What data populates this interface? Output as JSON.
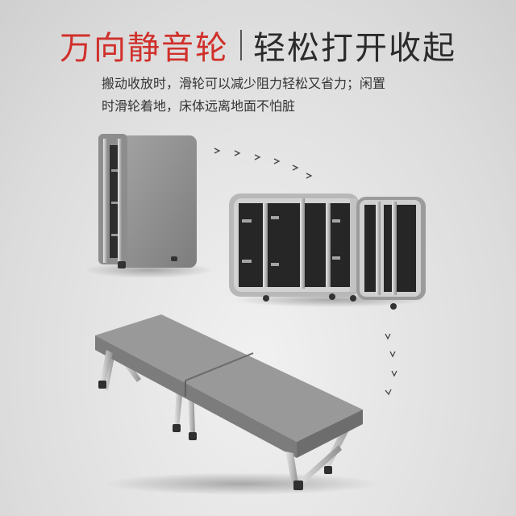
{
  "headline": {
    "primary": "万向静音轮",
    "secondary": "轻松打开收起"
  },
  "description": {
    "line1": "搬动收放时，滑轮可以减少阻力轻松又省力；闲置",
    "line2": "时滑轮着地，床体远离地面不怕脏"
  },
  "colors": {
    "accent": "#d0302b",
    "text": "#2b2b2b",
    "fabric": "#8e8e8e",
    "frame": "#c9c9c9"
  }
}
